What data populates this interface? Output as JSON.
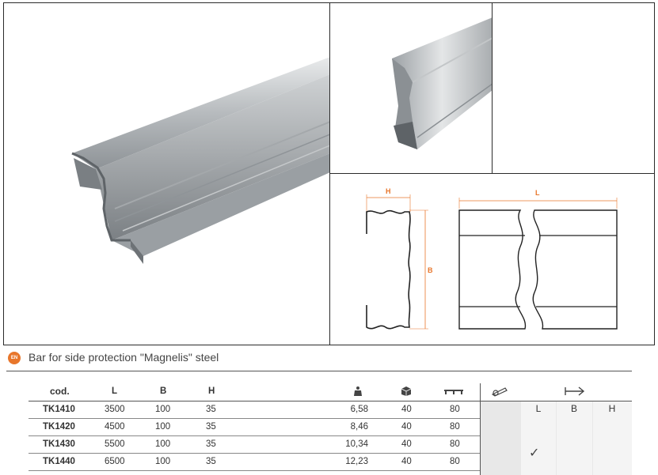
{
  "product": {
    "lang_badge": "EN",
    "title": "Bar for side protection \"Magnelis\" steel"
  },
  "drawing": {
    "h_label": "H",
    "b_label": "B",
    "l_label": "L",
    "accent_color": "#e8762b"
  },
  "table": {
    "headers": {
      "code": "cod.",
      "L": "L",
      "B": "B",
      "H": "H"
    },
    "icons": [
      "weight-icon",
      "package-box-icon",
      "pallet-icon"
    ],
    "rows": [
      {
        "code": "TK1410",
        "L": "3500",
        "B": "100",
        "H": "35",
        "weight": "6,58",
        "pack": "40",
        "pallet": "80"
      },
      {
        "code": "TK1420",
        "L": "4500",
        "B": "100",
        "H": "35",
        "weight": "8,46",
        "pack": "40",
        "pallet": "80"
      },
      {
        "code": "TK1430",
        "L": "5500",
        "B": "100",
        "H": "35",
        "weight": "10,34",
        "pack": "40",
        "pallet": "80"
      },
      {
        "code": "TK1440",
        "L": "6500",
        "B": "100",
        "H": "35",
        "weight": "12,23",
        "pack": "40",
        "pallet": "80"
      }
    ]
  },
  "cutting": {
    "icons": [
      "cutting-saw-icon",
      "length-arrow-icon"
    ],
    "columns": [
      "L",
      "B",
      "H"
    ],
    "checked_column": "L",
    "check_glyph": "✓"
  }
}
